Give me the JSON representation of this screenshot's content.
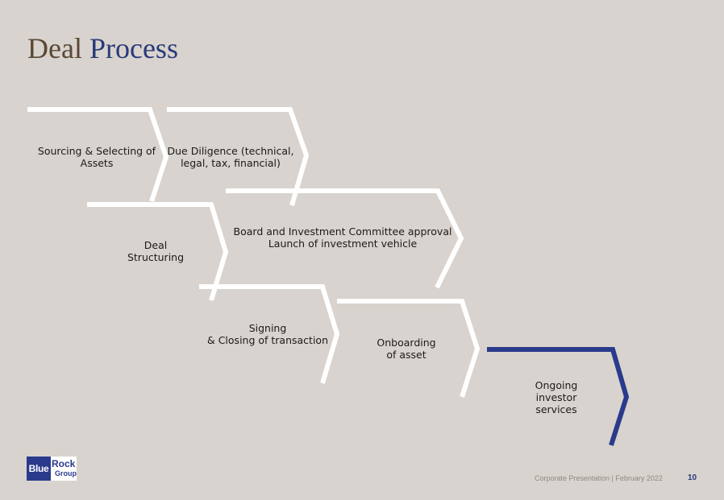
{
  "title": {
    "word1": "Deal",
    "word2": "Process"
  },
  "colors": {
    "title_brown": "#5b4735",
    "title_blue": "#2a3a78",
    "chevron_white": "#ffffff",
    "chevron_accent": "#2a3a8c",
    "background": "#d8d3ce"
  },
  "steps": [
    {
      "line1": "Sourcing & Selecting of",
      "line2": "Assets",
      "line3": ""
    },
    {
      "line1": "Due Diligence (technical,",
      "line2": "legal, tax, financial)",
      "line3": ""
    },
    {
      "line1": "Deal",
      "line2": "Structuring",
      "line3": ""
    },
    {
      "line1": "Board and Investment Committee approval",
      "line2": "Launch of investment vehicle",
      "line3": ""
    },
    {
      "line1": "Signing",
      "line2": "& Closing of transaction",
      "line3": ""
    },
    {
      "line1": "Onboarding",
      "line2": "of asset",
      "line3": ""
    },
    {
      "line1": "Ongoing",
      "line2": "investor",
      "line3": "services"
    }
  ],
  "logo": {
    "part1": "Blue",
    "part2": "Rock",
    "part3": "Group"
  },
  "footer": {
    "text": "Corporate Presentation | February 2022",
    "page": "10"
  }
}
